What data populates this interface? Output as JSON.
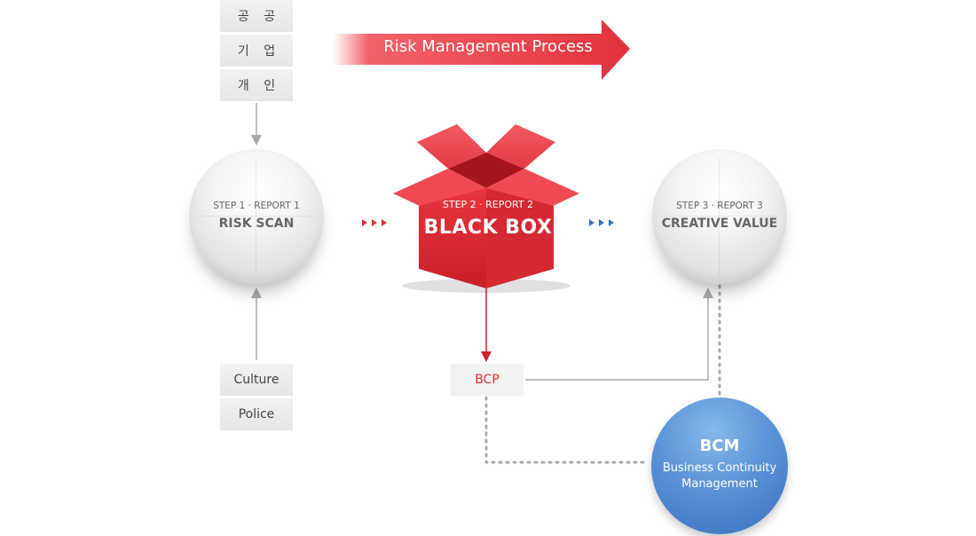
{
  "process": {
    "label": "Risk Management Process"
  },
  "top_tags": [
    "공 공",
    "기 업",
    "개 인"
  ],
  "bottom_tags": [
    "Culture",
    "Police"
  ],
  "step1": {
    "step": "STEP 1 · REPORT 1",
    "name": "RISK SCAN"
  },
  "step2": {
    "step": "STEP 2 · REPORT 2",
    "name": "BLACK BOX"
  },
  "step3": {
    "step": "STEP 3 · REPORT 3",
    "name": "CREATIVE VALUE"
  },
  "bcp": {
    "label": "BCP"
  },
  "bcm": {
    "title": "BCM",
    "line1": "Business Continuity",
    "line2": "Management"
  },
  "colors": {
    "red": "#e0303a",
    "blue": "#3a6fbd",
    "grey": "#aaaaaa"
  }
}
